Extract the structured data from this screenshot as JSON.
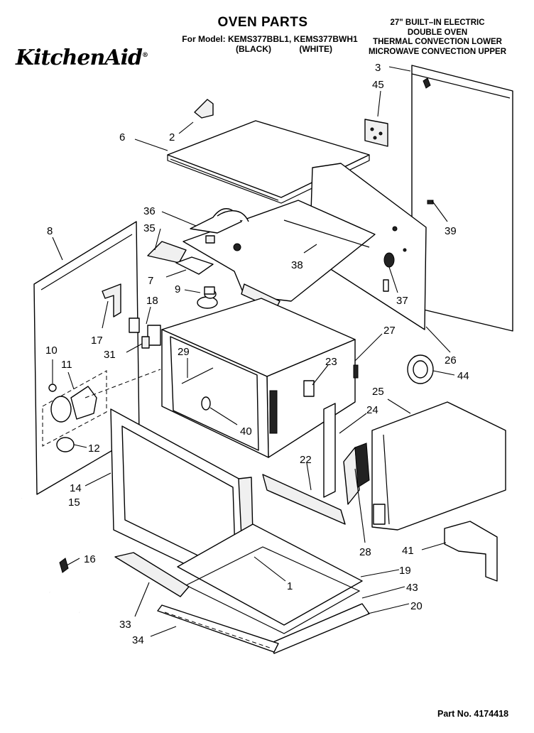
{
  "header": {
    "title": "OVEN PARTS",
    "model_line": "For Model: KEMS377BBL1, KEMS377BWH1",
    "color_line": "(BLACK) (WHITE)",
    "brand": "KitchenAid",
    "spec_lines": [
      "27\" BUILT–IN ELECTRIC",
      "DOUBLE OVEN",
      "THERMAL CONVECTION LOWER",
      "MICROWAVE CONVECTION UPPER"
    ]
  },
  "footer": {
    "part_number": "Part No. 4174418"
  },
  "callouts": [
    "1",
    "2",
    "3",
    "6",
    "7",
    "8",
    "9",
    "10",
    "11",
    "12",
    "14",
    "15",
    "16",
    "17",
    "18",
    "19",
    "20",
    "22",
    "23",
    "24",
    "25",
    "26",
    "27",
    "28",
    "29",
    "31",
    "33",
    "34",
    "35",
    "36",
    "37",
    "38",
    "39",
    "40",
    "41",
    "43",
    "44",
    "45"
  ]
}
